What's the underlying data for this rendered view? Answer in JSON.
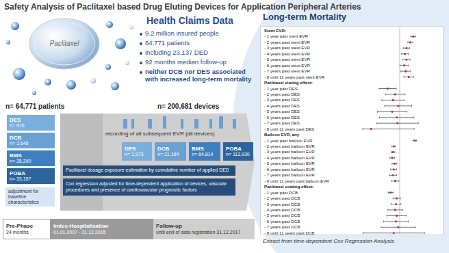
{
  "diagram": {
    "title": "Safety Analysis of Paclitaxel based Drug Eluting Devices for Application Peripheral Arteries",
    "nodes": [
      {
        "text": [
          "Paclitaxel"
        ]
      },
      {
        "text": [
          "DES",
          "n= 676"
        ]
      },
      {
        "text": [
          "DCB",
          "n= 2,648"
        ]
      },
      {
        "text": [
          "BMS",
          "n= 28,290"
        ]
      },
      {
        "text": [
          "POBA",
          "n= 33,157"
        ]
      },
      {
        "text": [
          "adjustment for baseline characteristics"
        ]
      },
      {
        "text": [
          "recording of all subsequent EVR (all devices)"
        ]
      },
      {
        "text": [
          "DES",
          "n= 1,973"
        ],
        "in": 6
      },
      {
        "text": [
          "DCB",
          "n= 21,164"
        ],
        "in": 6
      },
      {
        "text": [
          "BMS",
          "n= 64,814"
        ],
        "in": 6
      },
      {
        "text": [
          "POBA",
          "n= 112,930"
        ],
        "in": 6
      },
      {
        "text": [
          "Paclitaxel dosage exposure estimation by cumulative number of applied DED"
        ],
        "in": 6
      },
      {
        "text": [
          "Cox regression adjusted for time-dependent application of devices, vascular procedures and presence of cardiovascular prognostic factors"
        ],
        "in": 6
      },
      {
        "text": [
          "Pre-Phase",
          "24 months"
        ]
      },
      {
        "text": [
          "Index-Hospitalization",
          "01.01.2007 - 31.12.2015"
        ]
      },
      {
        "text": [
          "Follow-up",
          "until end of data registration 31.12.2017"
        ]
      },
      {
        "text": [
          "Long-term Mortality",
          "Extract from time-dependent Cox Regression Analysis"
        ]
      }
    ],
    "labels": [
      "Health Claims Data",
      "9.2 million insured people",
      "64,771 patients",
      "including 23,137 DED",
      "92 months median follow-up",
      "neither DCB nor DES associated with increased long-term mortality",
      "n= 64,771 patients",
      "n= 200,681 devices",
      "Stent EVR:",
      "- 1 year past stent EVR",
      "- 2 years past stent EVR",
      "- 3 years past stent EVR",
      "- 4 years past stent EVR",
      "- 5 years past stent EVR",
      "- 6 years past stent EVR",
      "- 7 years past stent EVR",
      "- 8 until 11 years past stent EVR",
      "Paclitaxel eluting effect:",
      "- 1 year past DES",
      "- 2 years past DES",
      "- 3 years past DES",
      "- 4 years past DES",
      "- 5 years past DES",
      "- 6 years past DES",
      "- 7 years past DES",
      "- 8 until 11 years past DES",
      "Balloon EVR, any",
      "- 1 year past balloon EVR",
      "- 2 years past balloon EVR",
      "- 3 years past balloon EVR",
      "- 4 years past balloon EVR",
      "- 5 years past balloon EVR",
      "- 6 years past balloon EVR",
      "- 7 years past balloon EVR",
      "- 8 until 11 years past balloon EVR",
      "Paclitaxel coating effect:",
      "- 1 year past DCB",
      "- 2 years past DCB",
      "- 3 years past DCB",
      "- 4 years past DCB",
      "- 5 years past DCB",
      "- 6 years past DCB",
      "- 7 years past DCB",
      "- 8 until 11 years past DCB"
    ]
  }
}
